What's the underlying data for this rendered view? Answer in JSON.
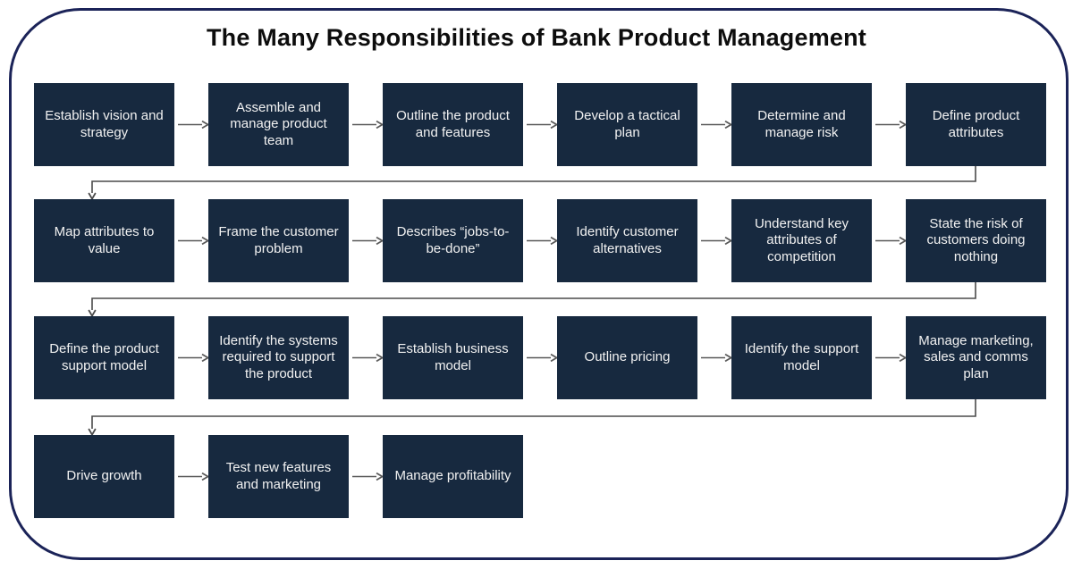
{
  "title": "The Many Responsibilities of Bank Product Management",
  "colors": {
    "background": "#FFFFFF",
    "frame_border": "#1B2358",
    "title_text": "#0D0D0D",
    "box_fill": "#17293F",
    "box_text": "#F2F2F2",
    "arrow_color": "#595959",
    "elbow_color": "#4A4A4A"
  },
  "flow": {
    "type": "flowchart",
    "rows": [
      {
        "boxes": [
          "Establish vision and strategy",
          "Assemble and manage product team",
          "Outline the product and features",
          "Develop a tactical plan",
          "Determine and manage risk",
          "Define product attributes"
        ]
      },
      {
        "boxes": [
          "Map attributes to value",
          "Frame the customer problem",
          "Describes “jobs-to-be-done”",
          "Identify customer alternatives",
          "Understand key attributes of competition",
          "State the risk of customers doing nothing"
        ]
      },
      {
        "boxes": [
          "Define the product support model",
          "Identify the systems required to support the product",
          "Establish business model",
          "Outline pricing",
          "Identify the support model",
          "Manage marketing, sales and comms plan"
        ]
      },
      {
        "boxes": [
          "Drive growth",
          "Test new features and marketing",
          "Manage profitability"
        ]
      }
    ]
  }
}
